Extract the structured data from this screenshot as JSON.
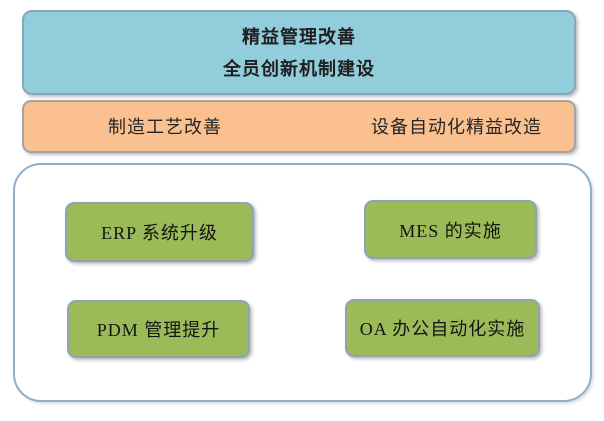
{
  "banner": {
    "line1": "精益管理改善",
    "line2": "全员创新机制建设",
    "fill_color": "#92CDDC",
    "border_color": "#89A6B4"
  },
  "process_band": {
    "left_label": "制造工艺改善",
    "right_label": "设备自动化精益改造",
    "fill_color": "#FAC090",
    "border_color": "#A4A4A4"
  },
  "systems_panel": {
    "fill_color": "#FFFFFF",
    "border_color": "#8FAECB",
    "item_fill_color": "#9BBB59",
    "item_border_color": "#8EA3B8",
    "items": [
      {
        "label": "ERP 系统升级"
      },
      {
        "label": "MES 的实施"
      },
      {
        "label": "PDM 管理提升"
      },
      {
        "label": "OA 办公自动化实施"
      }
    ]
  }
}
